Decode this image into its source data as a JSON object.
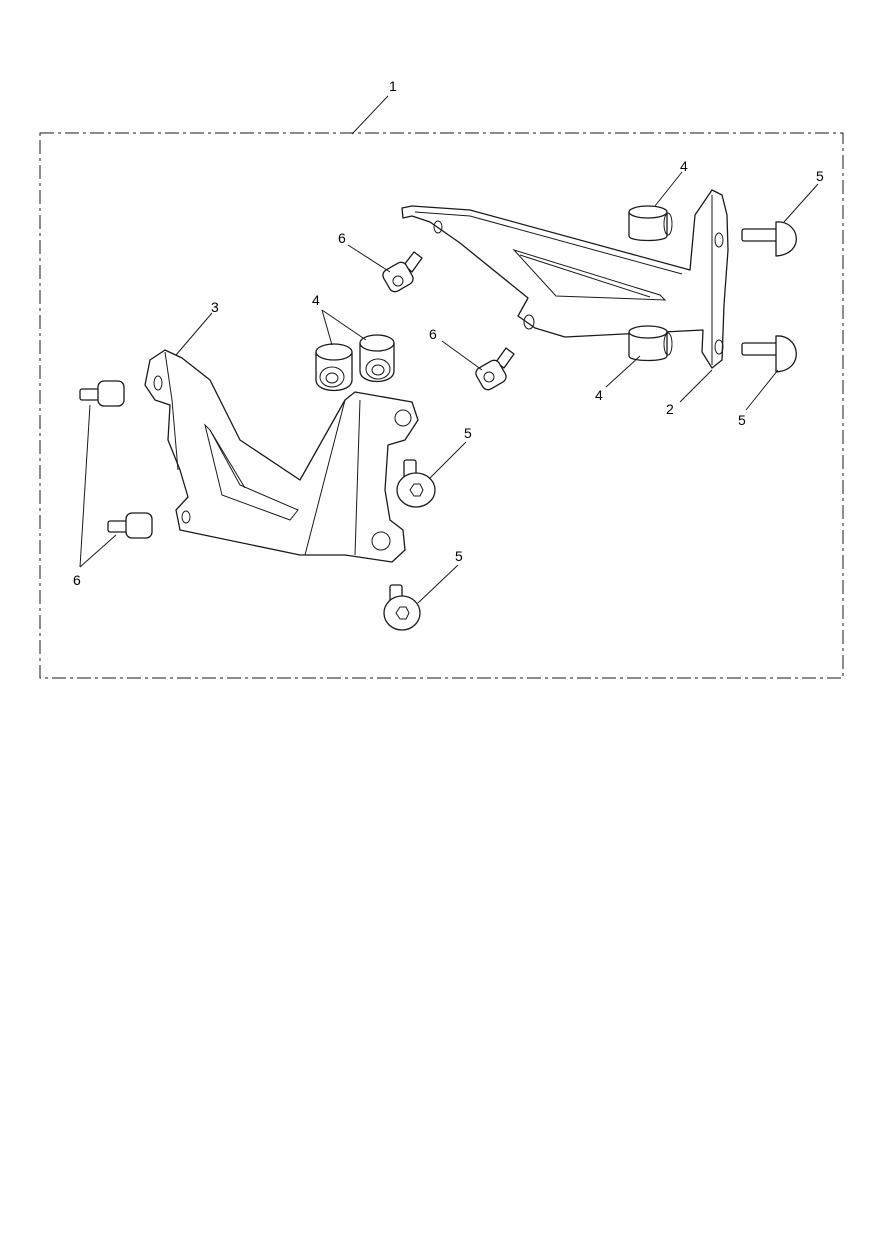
{
  "callouts": {
    "kit": "1",
    "bracket_right": "2",
    "bracket_left": "3",
    "spacer": "4",
    "bolt_button": "5",
    "bolt_cap": "6"
  },
  "colors": {
    "line": "#1a1a1a",
    "background": "#ffffff"
  }
}
